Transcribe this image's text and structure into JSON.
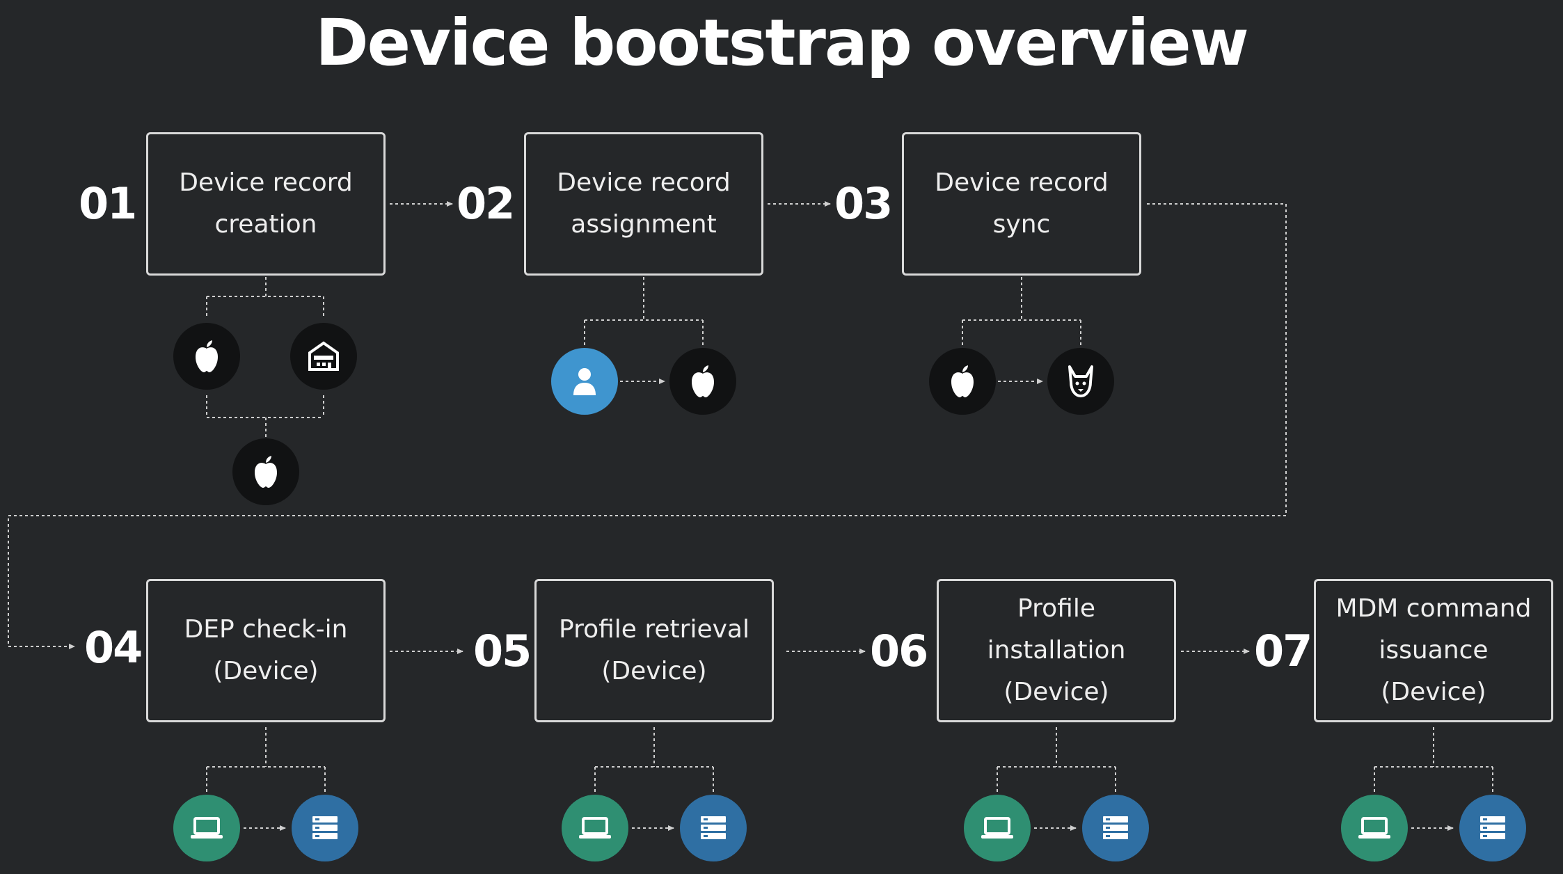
{
  "title": "Device bootstrap overview",
  "colors": {
    "background": "#252729",
    "node_dark": "#111213",
    "node_user": "#3f95cf",
    "node_device": "#2f8f72",
    "node_server": "#2f6fa3",
    "line": "#cfcfcf"
  },
  "steps": [
    {
      "num": "01",
      "label": "Device record\ncreation"
    },
    {
      "num": "02",
      "label": "Device record\nassignment"
    },
    {
      "num": "03",
      "label": "Device record\nsync"
    },
    {
      "num": "04",
      "label": "DEP check-in\n(Device)"
    },
    {
      "num": "05",
      "label": "Profile retrieval\n(Device)"
    },
    {
      "num": "06",
      "label": "Profile\ninstallation\n(Device)"
    },
    {
      "num": "07",
      "label": "MDM command\nissuance\n(Device)"
    }
  ],
  "icons": {
    "apple": "apple-logo-icon",
    "store": "store-icon",
    "user": "user-icon",
    "mdm": "mdm-mascot-icon",
    "laptop": "laptop-icon",
    "server": "server-icon"
  }
}
